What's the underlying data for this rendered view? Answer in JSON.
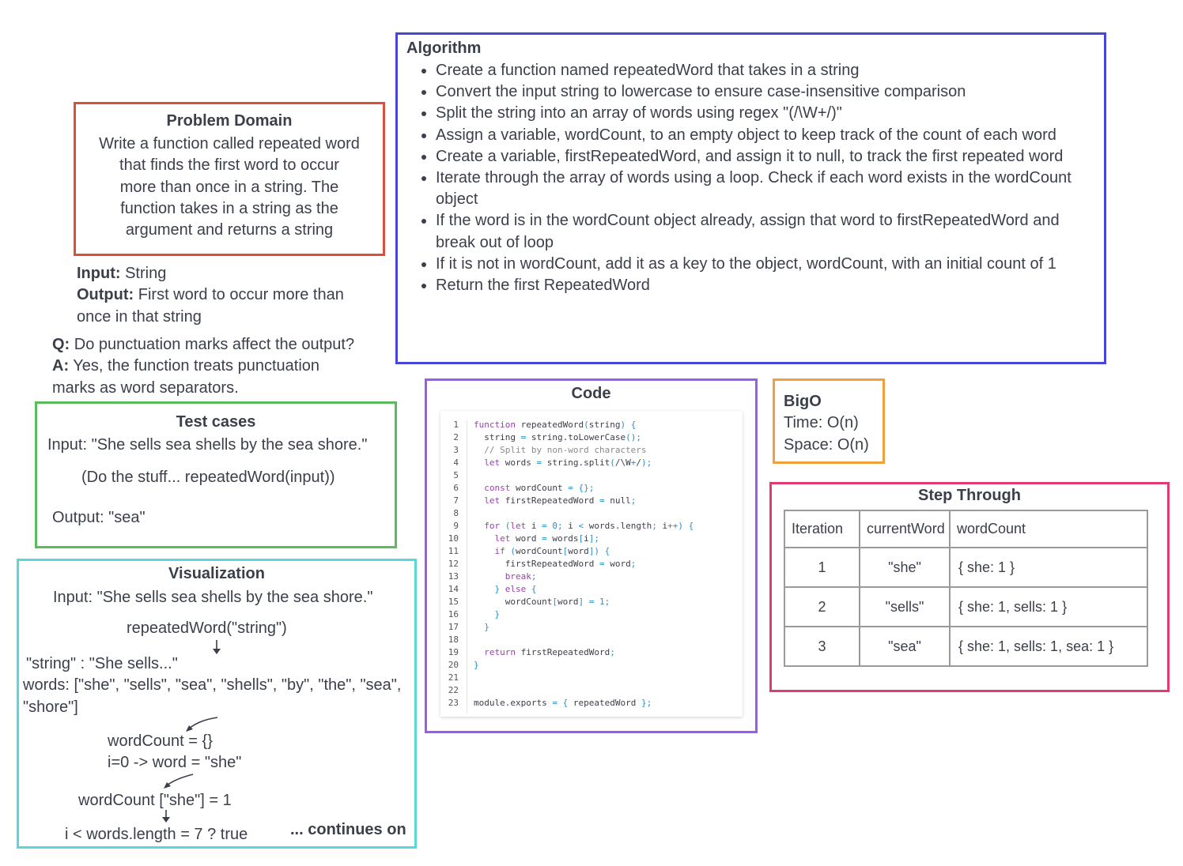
{
  "problem_domain": {
    "title": "Problem Domain",
    "lines": [
      "Write a function called repeated word",
      "that finds the first word to occur",
      "more than once in a string. The",
      "function takes in a string as the",
      "argument and returns a string"
    ]
  },
  "io": {
    "input_label": "Input:",
    "input_value": " String",
    "output_label": "Output:",
    "output_value": " First word to occur more than",
    "output_value_2": "once in that string"
  },
  "qa": {
    "q_label": "Q:",
    "q_text": " Do punctuation marks affect the output?",
    "a_label": "A:",
    "a_text": " Yes, the function treats punctuation",
    "a_text_2": "marks as word separators."
  },
  "algorithm": {
    "title": "Algorithm",
    "steps": [
      "Create a function named repeatedWord that takes in a string",
      "Convert the input string to lowercase to ensure case-insensitive comparison",
      "Split the string into an array of words using regex \"(/\\W+/)\"",
      "Assign a variable, wordCount, to an empty object to keep track of the count of each word",
      "Create a variable, firstRepeatedWord, and assign it to null, to track the first repeated word",
      "Iterate through the array of words using a loop. Check if each word exists in the wordCount object",
      "If the word is in the wordCount object already, assign that word to firstRepeatedWord and break out of loop",
      "If it is not in wordCount, add it as a key to the object, wordCount, with an initial count of 1",
      "Return the first RepeatedWord"
    ]
  },
  "test_cases": {
    "title": "Test cases",
    "input": "Input: \"She sells sea shells by the sea shore.\"",
    "action": "(Do the stuff... repeatedWord(input))",
    "output": "Output: \"sea\""
  },
  "visualization": {
    "title": "Visualization",
    "input": "Input: \"She sells sea shells by the sea shore.\"",
    "call": "repeatedWord(\"string\")",
    "string_line": "\"string\" : \"She sells...\"",
    "words_line_1": "words: [\"she\", \"sells\", \"sea\", \"shells\", \"by\", \"the\", \"sea\",",
    "words_line_2": "\"shore\"]",
    "wordcount_init": "wordCount = {}",
    "iter_line": "i=0  -> word =  \"she\"",
    "wordcount_set": "wordCount [\"she\"] = 1",
    "cond_line": "i < words.length = 7 ? true",
    "continues": "... continues on"
  },
  "code": {
    "title": "Code",
    "lines": [
      "function repeatedWord(string) {",
      "  string = string.toLowerCase();",
      "  // Split by non-word characters",
      "  let words = string.split(/\\W+/);",
      "",
      "  const wordCount = {};",
      "  let firstRepeatedWord = null;",
      "",
      "  for (let i = 0; i < words.length; i++) {",
      "    let word = words[i];",
      "    if (wordCount[word]) {",
      "      firstRepeatedWord = word;",
      "      break;",
      "    } else {",
      "      wordCount[word] = 1;",
      "    }",
      "  }",
      "",
      "  return firstRepeatedWord;",
      "}",
      "",
      "",
      "module.exports = { repeatedWord };"
    ]
  },
  "bigo": {
    "title": "BigO",
    "time": "Time: O(n)",
    "space": "Space: O(n)"
  },
  "step_through": {
    "title": "Step Through",
    "headers": [
      "Iteration",
      "currentWord",
      "wordCount"
    ],
    "rows": [
      [
        "1",
        "\"she\"",
        "{ she: 1 }"
      ],
      [
        "2",
        "\"sells\"",
        "{ she: 1, sells: 1 }"
      ],
      [
        "3",
        "\"sea\"",
        "{ she: 1, sells: 1, sea: 1 }"
      ]
    ]
  },
  "colors": {
    "problem_border": "#d9503f",
    "algorithm_border": "#4646d8",
    "tests_border": "#5cbc5c",
    "viz_border": "#58d8d8",
    "code_border": "#9a5cf0",
    "bigo_border": "#f2a03c",
    "step_border": "#e23a74"
  }
}
